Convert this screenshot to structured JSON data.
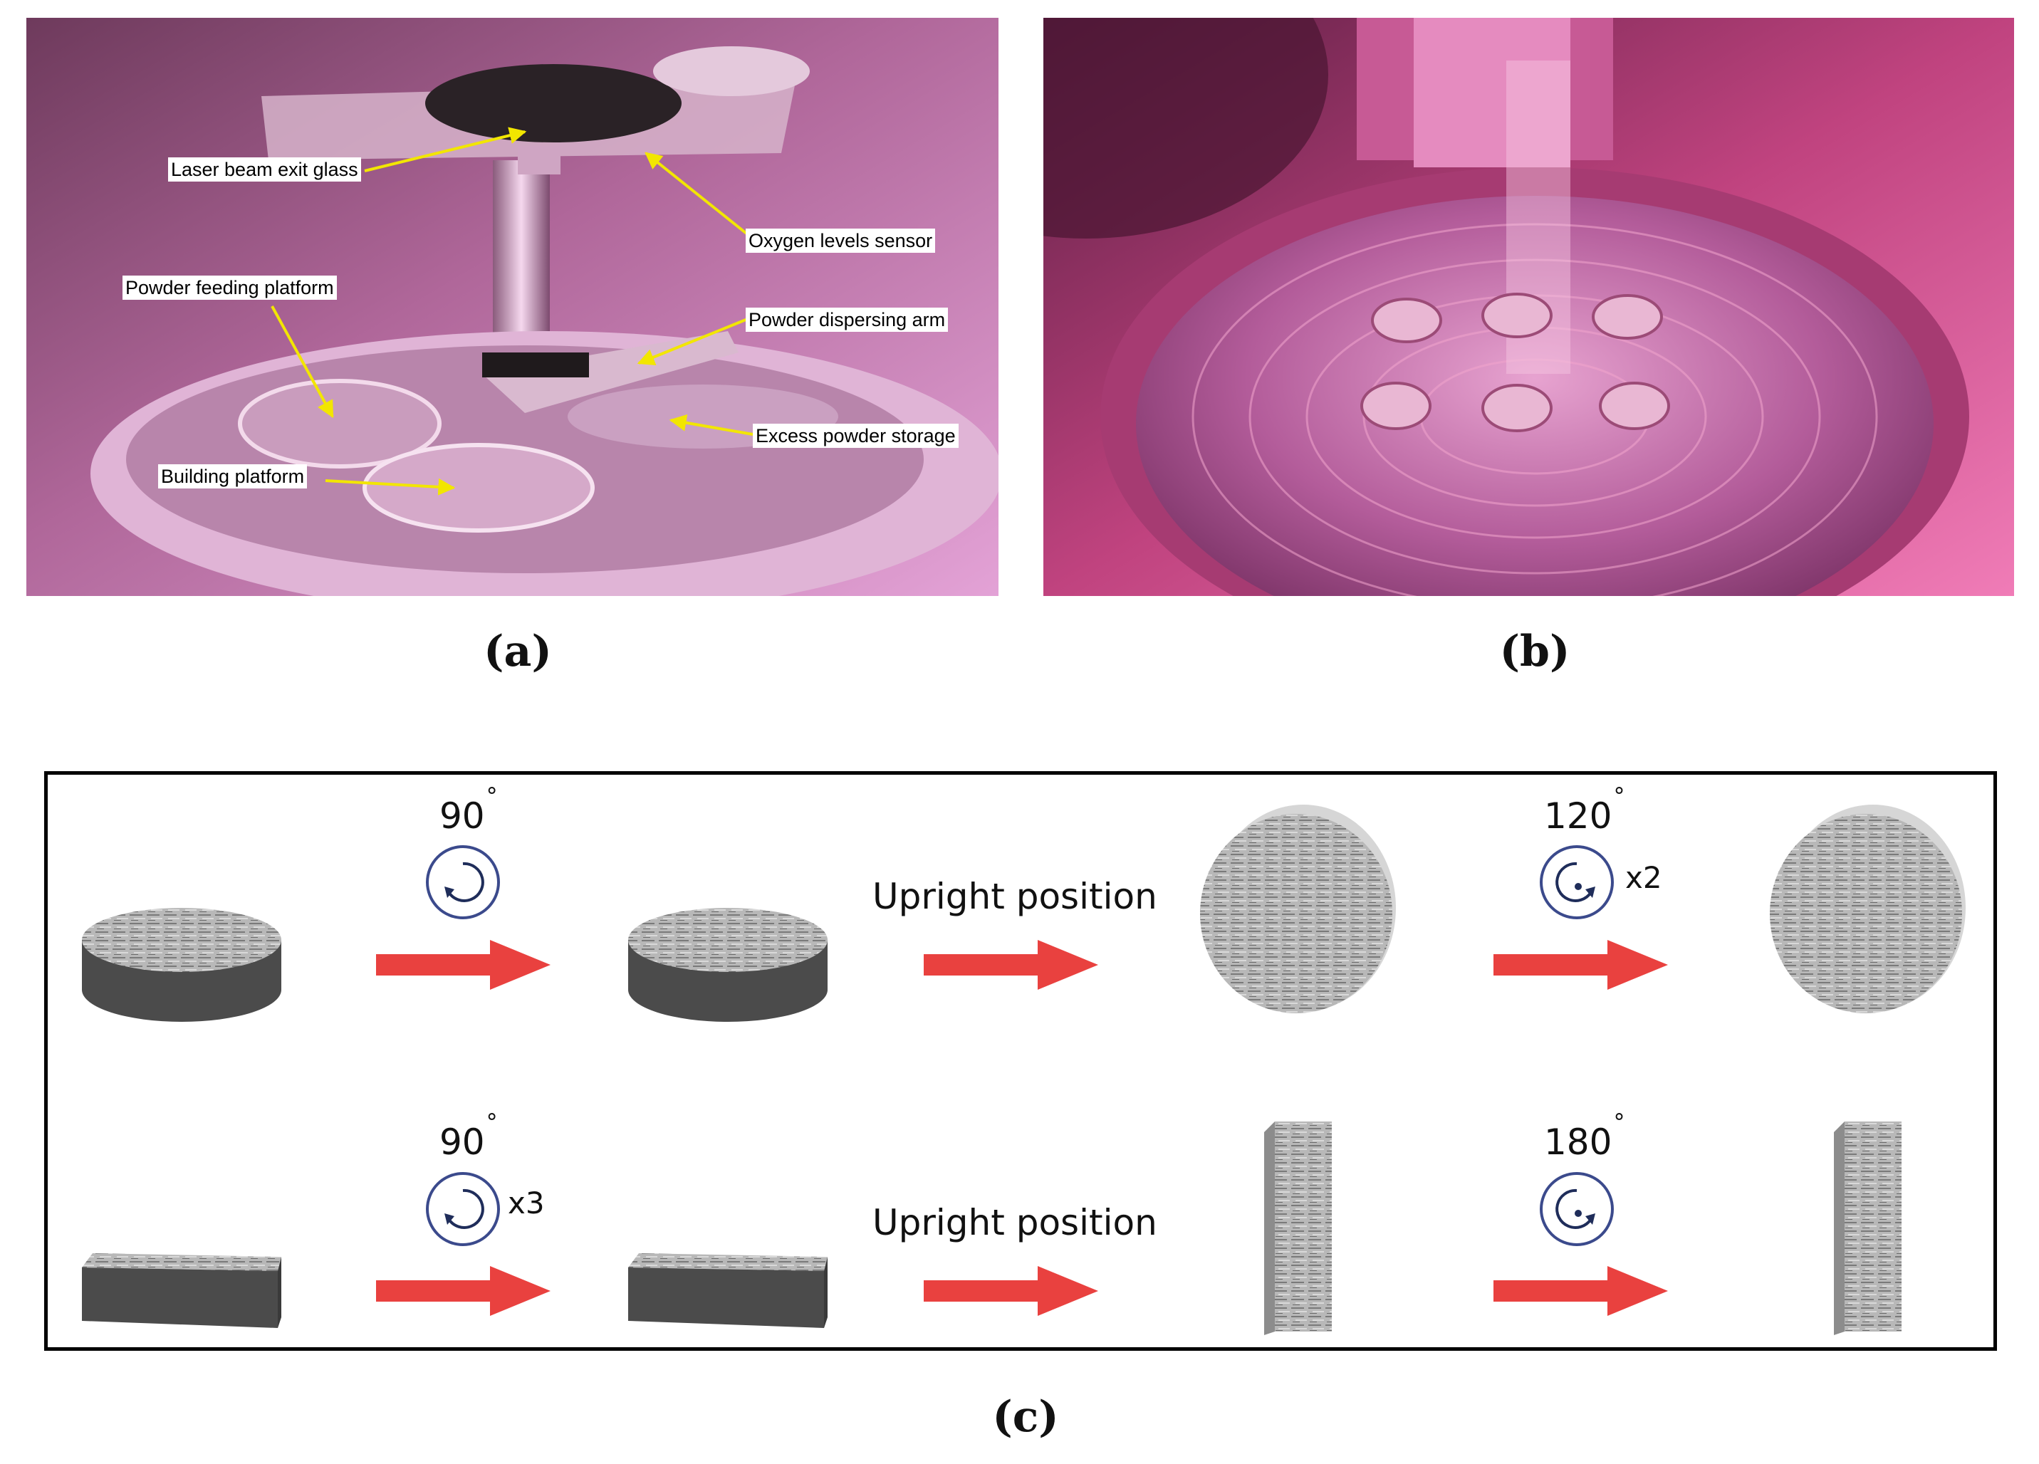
{
  "panel_a": {
    "caption": "(a)",
    "callouts": {
      "laser_glass": "Laser beam exit glass",
      "oxygen_sensor": "Oxygen levels sensor",
      "powder_feeding": "Powder feeding platform",
      "dispersing_arm": "Powder dispersing arm",
      "excess_storage": "Excess powder storage",
      "building_platform": "Building platform"
    },
    "callout_color": "#f2e600"
  },
  "panel_b": {
    "caption": "(b)"
  },
  "panel_c": {
    "caption": "(c)",
    "row1": {
      "rotation1": {
        "angle": "90",
        "degree": "°",
        "multiplier": "",
        "icon": "rotate-clockwise-icon"
      },
      "upright_label": "Upright position",
      "rotation2": {
        "angle": "120",
        "degree": "°",
        "multiplier": "x2",
        "icon": "rotate-counterclockwise-icon"
      }
    },
    "row2": {
      "rotation1": {
        "angle": "90",
        "degree": "°",
        "multiplier": "x3",
        "icon": "rotate-clockwise-icon"
      },
      "upright_label": "Upright position",
      "rotation2": {
        "angle": "180",
        "degree": "°",
        "multiplier": "",
        "icon": "rotate-counterclockwise-icon"
      }
    },
    "arrow_color": "#e9413f"
  }
}
